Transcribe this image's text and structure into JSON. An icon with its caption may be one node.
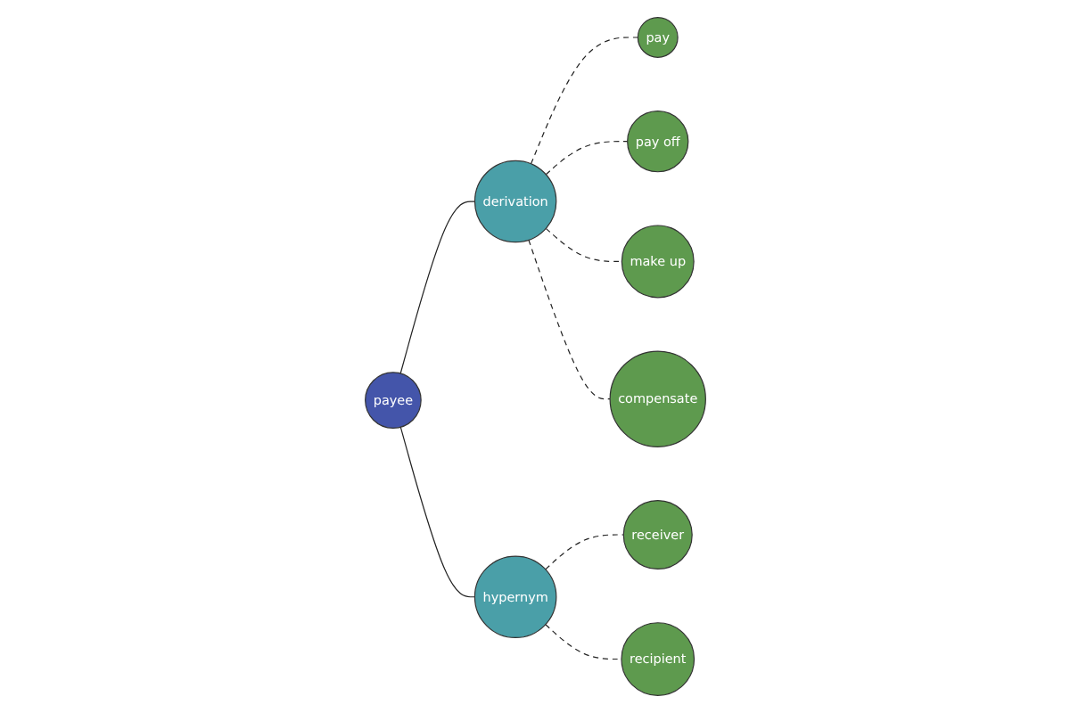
{
  "diagram": {
    "nodes": [
      {
        "text": [
          "payee"
        ]
      },
      {
        "text": [
          "derivation"
        ]
      },
      {
        "text": [
          "pay"
        ]
      },
      {
        "text": [
          "pay off"
        ]
      },
      {
        "text": [
          "make up"
        ]
      },
      {
        "text": [
          "compensate"
        ]
      },
      {
        "text": [
          "hypernym"
        ]
      },
      {
        "text": [
          "receiver"
        ]
      },
      {
        "text": [
          "recipient"
        ]
      }
    ],
    "edges": [
      {
        "from": 0,
        "to": 1,
        "arrow": "none"
      },
      {
        "from": 0,
        "to": 6,
        "arrow": "none"
      },
      {
        "from": 1,
        "to": 2,
        "arrow": "none",
        "style": "dashed"
      },
      {
        "from": 1,
        "to": 3,
        "arrow": "none",
        "style": "dashed"
      },
      {
        "from": 1,
        "to": 4,
        "arrow": "none",
        "style": "dashed"
      },
      {
        "from": 1,
        "to": 5,
        "arrow": "none",
        "style": "dashed"
      },
      {
        "from": 6,
        "to": 7,
        "arrow": "none",
        "style": "dashed"
      },
      {
        "from": 6,
        "to": 8,
        "arrow": "none",
        "style": "dashed"
      }
    ]
  }
}
